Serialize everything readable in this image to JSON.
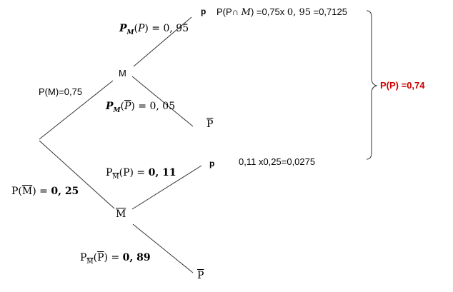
{
  "nodes": {
    "m": "M",
    "m_bar": "M",
    "p_upper": "p",
    "p_bar_upper": "P",
    "p_lower": "p",
    "p_bar_lower": "P"
  },
  "branches": {
    "pm": {
      "lhs": "P(M)=0,75"
    },
    "pm_bar": {
      "prefix": "P(",
      "sym": "M",
      "mid": ") = ",
      "val": "0, 25"
    },
    "pm_p": {
      "p": "P",
      "sub": "M",
      "open": "(",
      "sym": "P",
      "close": ") = 0, 95"
    },
    "pm_pbar": {
      "p": "P",
      "sub": "M",
      "open": "(",
      "sym": "P",
      "close": ") = 0, 05"
    },
    "pmbar_p": {
      "p": "P",
      "sub": "M",
      "open": "(P) = ",
      "val": "0, 11"
    },
    "pmbar_pbar": {
      "p": "P",
      "sub": "M",
      "open": "(",
      "sym": "P",
      "mid": ") = ",
      "val": "0, 89"
    }
  },
  "results": {
    "upper": {
      "a": "P(P∩ ",
      "m": "M",
      "b": ") =0,75x ",
      "c": "0, 95",
      "d": " =0,7125"
    },
    "lower": "0,11 x0,25=0,0275",
    "total": "P(P) =0,74"
  },
  "colors": {
    "total": "#cc0000",
    "lines": "#333333"
  }
}
